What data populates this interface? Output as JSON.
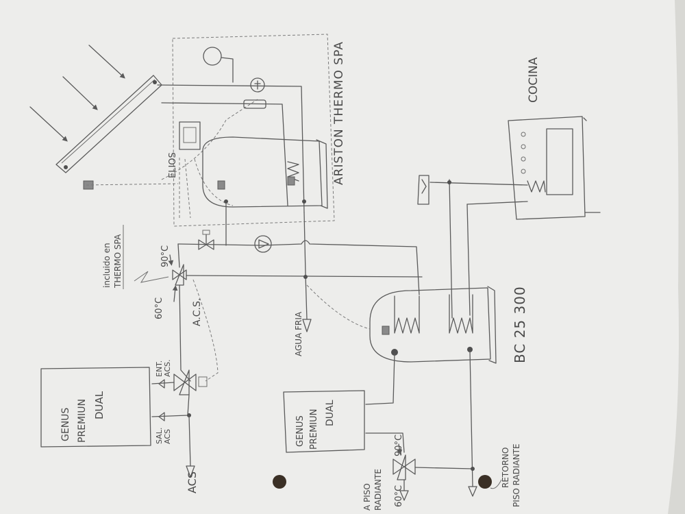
{
  "labels": {
    "solar_tank_brand": "ARISTON THERMO SPA",
    "solar_collector_model": "ELIOS",
    "mixing_valve_note_line1": "incluido en",
    "mixing_valve_note_line2": "THERMO SPA",
    "temp_mixer_top": "90°C",
    "temp_mixer_left": "60°C",
    "acs_vertical": "A.C.S.",
    "cold_water": "AGUA FRIA",
    "boiler_left_line1": "GENUS",
    "boiler_left_line2": "PREMIUN",
    "boiler_left_line3": "DUAL",
    "boiler_right_line1": "GENUS",
    "boiler_right_line2": "PREMIUN",
    "boiler_right_line3": "DUAL",
    "ent_acs_line1": "ENT.",
    "ent_acs_line2": "ACS.",
    "sal_acs_line1": "SAL.",
    "sal_acs_line2": "ACS",
    "acs_output": "ACS",
    "buffer_tank_model": "BC 25 300",
    "kitchen": "COCINA",
    "temp_floor_top": "90°C",
    "temp_floor_bottom": "60°C",
    "floor_supply_line1": "A PISO",
    "floor_supply_line2": "RADIANTE",
    "floor_return_line1": "RETORNO",
    "floor_return_line2": "PISO RADIANTE"
  },
  "colors": {
    "paper": "#ededeb",
    "pencil": "#555555"
  },
  "icons": [
    "sun-rays-icon",
    "pump-icon",
    "valve-icon",
    "three-way-valve-icon",
    "punch-hole-icon",
    "thermometer-icon"
  ]
}
